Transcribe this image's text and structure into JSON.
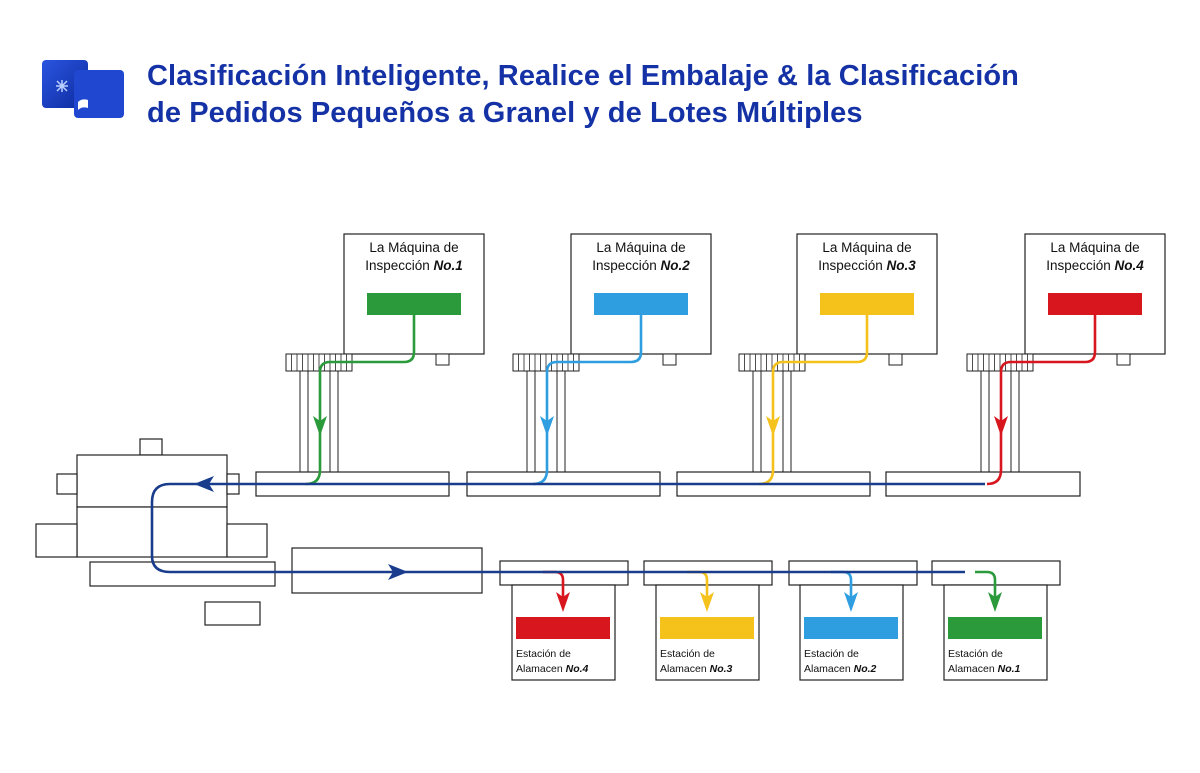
{
  "title": {
    "line1": "Clasificación Inteligente, Realice el Embalaje & la Clasificación",
    "line2": "de Pedidos Pequeños a Granel y de Lotes Múltiples"
  },
  "colors": {
    "title": "#1432a6",
    "main_flow": "#1a3c8c",
    "green": "#2a9a3a",
    "blue": "#2e9ee0",
    "yellow": "#f5c21b",
    "red": "#d8161e"
  },
  "machines": [
    {
      "line1": "La Máquina de",
      "line2": "Inspección",
      "no": "No.1",
      "color": "#2a9a3a"
    },
    {
      "line1": "La Máquina de",
      "line2": "Inspección",
      "no": "No.2",
      "color": "#2e9ee0"
    },
    {
      "line1": "La Máquina de",
      "line2": "Inspección",
      "no": "No.3",
      "color": "#f5c21b"
    },
    {
      "line1": "La Máquina de",
      "line2": "Inspección",
      "no": "No.4",
      "color": "#d8161e"
    }
  ],
  "stations": [
    {
      "line1": "Estación de",
      "line2": "Alamacen",
      "no": "No.4",
      "color": "#d8161e"
    },
    {
      "line1": "Estación de",
      "line2": "Alamacen",
      "no": "No.3",
      "color": "#f5c21b"
    },
    {
      "line1": "Estación de",
      "line2": "Alamacen",
      "no": "No.2",
      "color": "#2e9ee0"
    },
    {
      "line1": "Estación de",
      "line2": "Alamacen",
      "no": "No.1",
      "color": "#2a9a3a"
    }
  ]
}
